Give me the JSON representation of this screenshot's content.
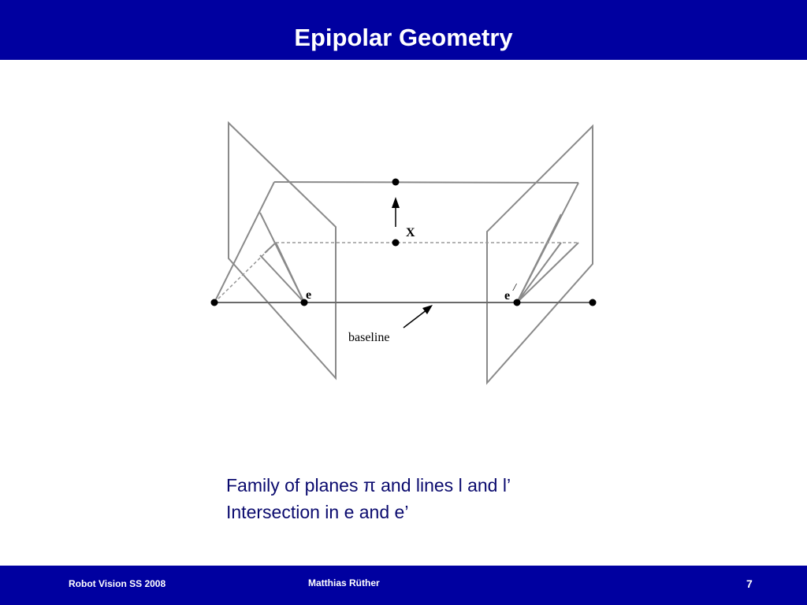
{
  "slide": {
    "title": "Epipolar Geometry"
  },
  "diagram": {
    "labels": {
      "x": "X",
      "e_left": "e",
      "e_right": "e",
      "e_right_prime": "/",
      "baseline": "baseline"
    }
  },
  "caption": {
    "line1": "Family of planes π and lines l and l’",
    "line2": "Intersection in e and e’"
  },
  "footer": {
    "left": "Robot Vision SS 2008",
    "center": "Matthias Rüther",
    "page": "7"
  },
  "colors": {
    "header_bg": "#0000a0",
    "footer_bg": "#0000a0",
    "caption_text": "#0a0a6e",
    "plane_stroke": "#8a8a8a"
  }
}
